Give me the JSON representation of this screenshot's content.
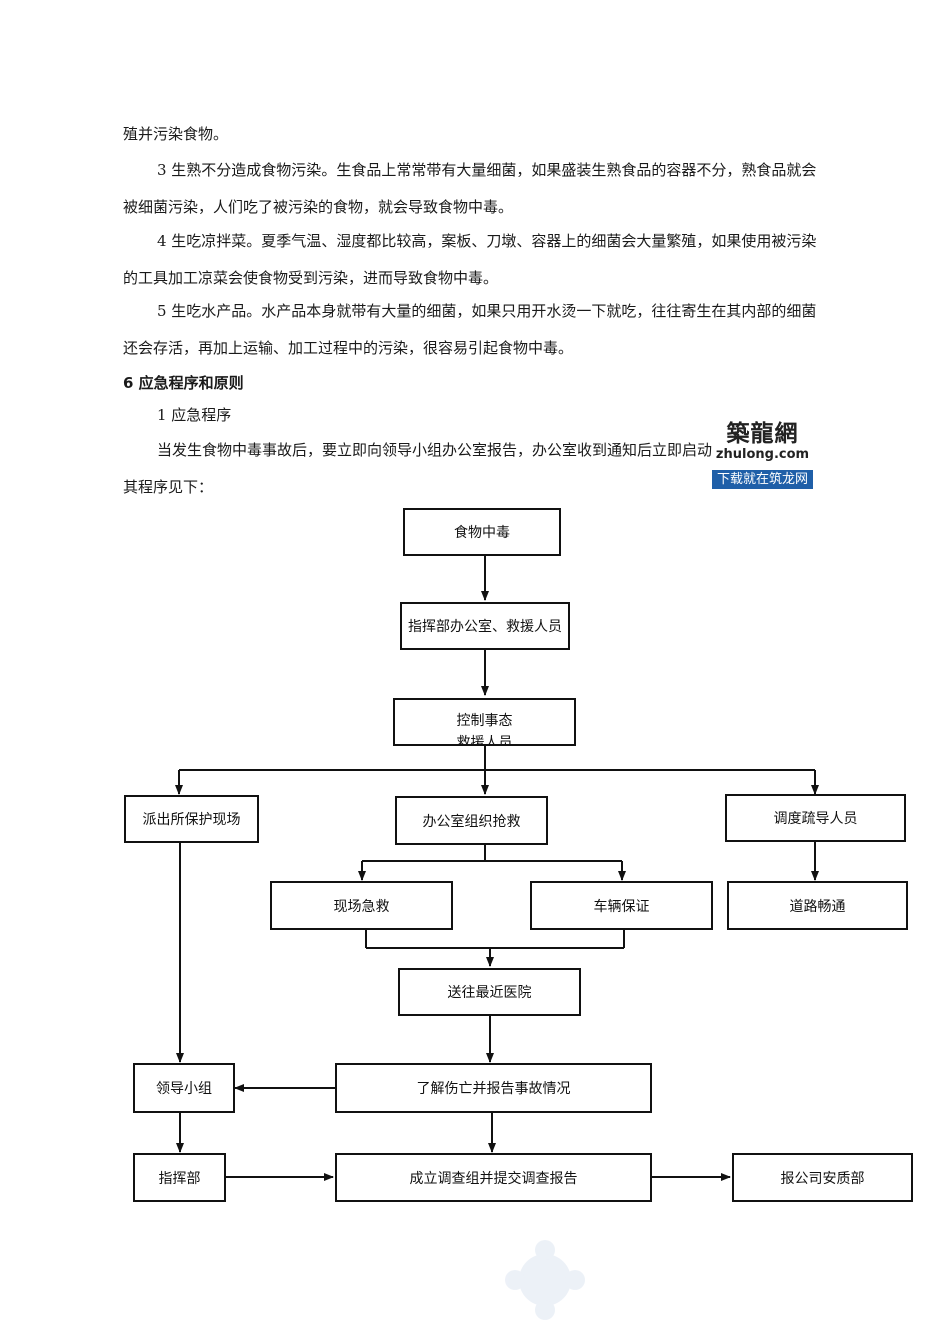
{
  "paragraphs": {
    "p0": "殖并污染食物。",
    "p1": "3 生熟不分造成食物污染。生食品上常常带有大量细菌，如果盛装生熟食品的容器不分，熟食品就会被细菌污染，人们吃了被污染的食物，就会导致食物中毒。",
    "p2": "4 生吃凉拌菜。夏季气温、湿度都比较高，案板、刀墩、容器上的细菌会大量繁殖，如果使用被污染的工具加工凉菜会使食物受到污染，进而导致食物中毒。",
    "p3": "5 生吃水产品。水产品本身就带有大量的细菌，如果只用开水烫一下就吃，往往寄生在其内部的细菌还会存活，再加上运输、加工过程中的污染，很容易引起食物中毒。",
    "heading": "6 应急程序和原则",
    "subheading": "1 应急程序",
    "p4": "当发生食物中毒事故后，要立即向领导小组办公室报告，办公室收到通知后立即启动应急救援程序，其程序见下："
  },
  "logo": {
    "cn": "築龍網",
    "en": "zhulong.com",
    "bar": "下载就在筑龙网"
  },
  "flow": {
    "food_poisoning": "食物中毒",
    "command_office": "指挥部办公室、救援人员",
    "control": "控制事态",
    "control_sub": "救援人员",
    "police": "派出所保护现场",
    "office_rescue": "办公室组织抢救",
    "dispatch": "调度疏导人员",
    "onsite_aid": "现场急救",
    "vehicle": "车辆保证",
    "road": "道路畅通",
    "hospital": "送往最近医院",
    "leaders": "领导小组",
    "casualties": "了解伤亡并报告事故情况",
    "hq": "指挥部",
    "investigation": "成立调查组并提交调查报告",
    "safety_dept": "报公司安质部"
  }
}
